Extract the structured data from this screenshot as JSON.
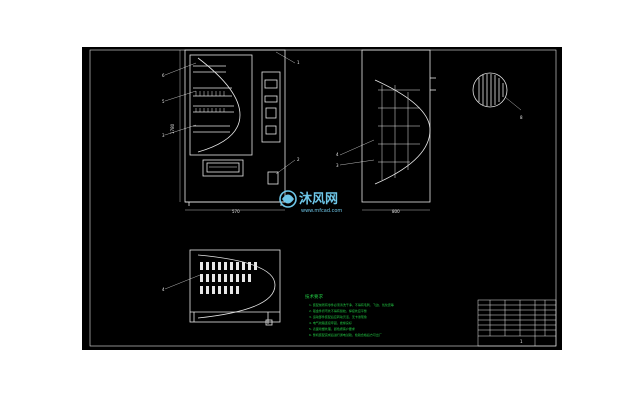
{
  "drawing": {
    "dimensions": {
      "front_width": "570",
      "side_width": "800",
      "front_height": "1780"
    },
    "callouts": {
      "front_1": "6",
      "front_2": "5",
      "front_3": "3",
      "front_4": "1",
      "front_5": "2",
      "side_1": "4",
      "side_2": "3",
      "top_1": "4",
      "detail_1": "8"
    },
    "notes_title": "技术要求",
    "notes_lines": [
      "1. 装配前所有零件必须清洗干净，不得有毛刺、飞边、氧化皮等",
      "2. 钣金件折弯处不得有裂纹，焊接处应平整",
      "3. 运动部件装配后应转动灵活，无卡滞现象",
      "4. 电气线路连接牢固，绝缘良好",
      "5. 表面喷塑处理，颜色按客户要求",
      "6. 整机装配完成后进行通电试验，检验合格后方可出厂"
    ],
    "title_block": {
      "sheet_no": "1"
    }
  },
  "watermark": {
    "brand": "沐风网",
    "url": "www.mfcad.com"
  },
  "colors": {
    "line": "#e8e8e8",
    "notes": "#22cc44",
    "title_block": "#e8e8e8",
    "watermark": "#6ec6e8"
  }
}
